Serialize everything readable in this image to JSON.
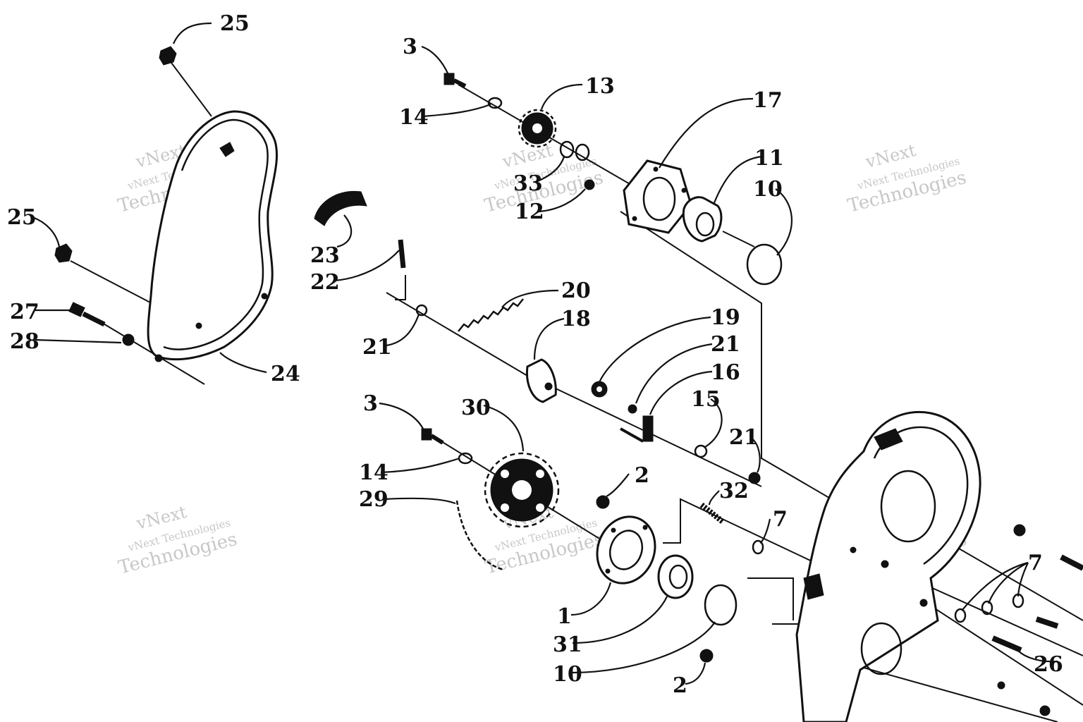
{
  "watermark": {
    "line1": "vNext",
    "line2": "vNext Technologies",
    "line3": "Technologies"
  },
  "callouts": [
    "25",
    "25",
    "27",
    "28",
    "24",
    "23",
    "22",
    "21",
    "20",
    "18",
    "3",
    "14",
    "13",
    "33",
    "12",
    "17",
    "11",
    "10",
    "19",
    "21",
    "16",
    "15",
    "21",
    "3",
    "30",
    "14",
    "29",
    "2",
    "32",
    "7",
    "1",
    "31",
    "10",
    "2",
    "7",
    "26"
  ]
}
